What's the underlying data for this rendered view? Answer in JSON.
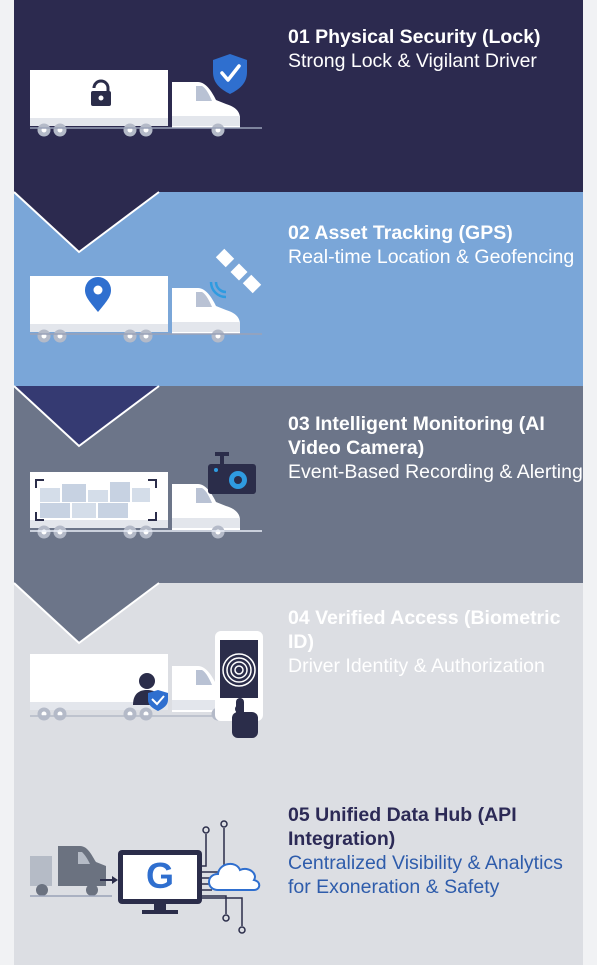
{
  "colors": {
    "step1": "#2c2a4f",
    "step2": "#353a72",
    "step3": "#7aa6d8",
    "step4": "#6c7589",
    "step5": "#dcdee3",
    "accent_blue": "#2f6fcf",
    "dark_icon": "#2b2d4a"
  },
  "steps": [
    {
      "title": "01 Physical Security (Lock)",
      "subtitle": "Strong Lock & Vigilant Driver",
      "icons": [
        "lock-icon",
        "shield-check-icon",
        "truck-icon"
      ]
    },
    {
      "title": "02 Asset Tracking (GPS)",
      "subtitle": "Real-time Location & Geofencing",
      "icons": [
        "location-pin-icon",
        "satellite-icon",
        "truck-icon"
      ]
    },
    {
      "title": "03 Intelligent Monitoring (AI Video Camera)",
      "subtitle": "Event-Based Recording & Alerting",
      "icons": [
        "cargo-boxes-icon",
        "dash-camera-icon",
        "truck-icon"
      ]
    },
    {
      "title": "04 Verified Access (Biometric ID)",
      "subtitle": "Driver Identity & Authorization",
      "icons": [
        "driver-badge-icon",
        "fingerprint-phone-icon",
        "pointing-hand-icon",
        "truck-icon"
      ]
    },
    {
      "title": "05 Unified Data Hub (API Integration)",
      "subtitle": "Centralized Visibility & Analytics for Exoneration & Safety",
      "icons": [
        "truck-icon",
        "monitor-logo-icon",
        "circuit-lines-icon",
        "cloud-icon"
      ],
      "monitor_letter": "G"
    }
  ]
}
